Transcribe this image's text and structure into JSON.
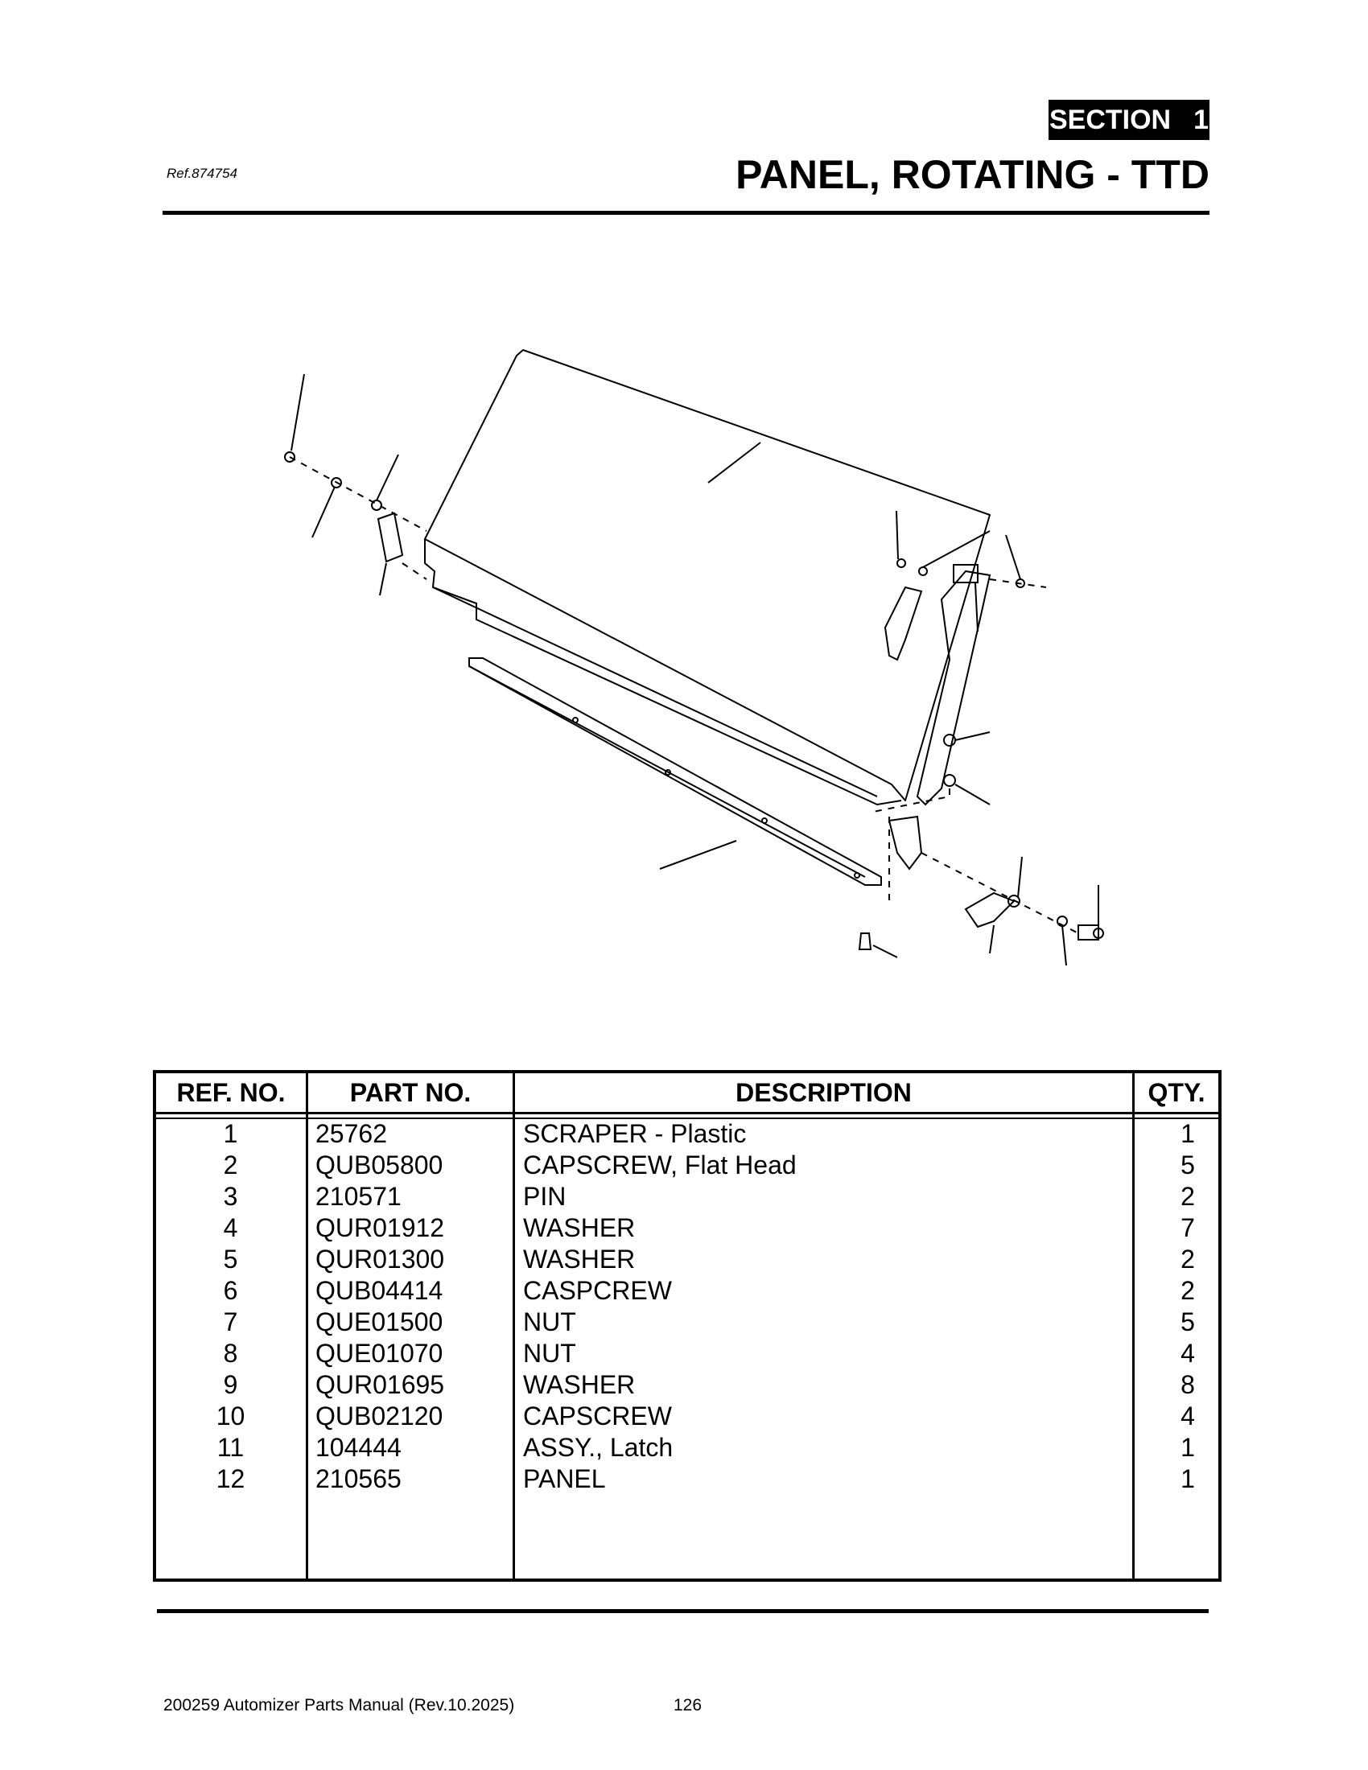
{
  "header": {
    "section_label": "SECTION",
    "section_number": "1",
    "ref": "Ref.874754",
    "title": "PANEL, ROTATING - TTD"
  },
  "table": {
    "headers": {
      "ref": "REF. NO.",
      "part": "PART NO.",
      "desc": "DESCRIPTION",
      "qty": "QTY."
    },
    "rows": [
      {
        "ref": "1",
        "part": "25762",
        "desc": "SCRAPER - Plastic",
        "qty": "1"
      },
      {
        "ref": "2",
        "part": "QUB05800",
        "desc": "CAPSCREW, Flat Head",
        "qty": "5"
      },
      {
        "ref": "3",
        "part": "210571",
        "desc": "PIN",
        "qty": "2"
      },
      {
        "ref": "4",
        "part": "QUR01912",
        "desc": "WASHER",
        "qty": "7"
      },
      {
        "ref": "5",
        "part": "QUR01300",
        "desc": "WASHER",
        "qty": "2"
      },
      {
        "ref": "6",
        "part": "QUB04414",
        "desc": "CASPCREW",
        "qty": "2"
      },
      {
        "ref": "7",
        "part": "QUE01500",
        "desc": "NUT",
        "qty": "5"
      },
      {
        "ref": "8",
        "part": "QUE01070",
        "desc": "NUT",
        "qty": "4"
      },
      {
        "ref": "9",
        "part": "QUR01695",
        "desc": "WASHER",
        "qty": "8"
      },
      {
        "ref": "10",
        "part": "QUB02120",
        "desc": "CAPSCREW",
        "qty": "4"
      },
      {
        "ref": "11",
        "part": "104444",
        "desc": "ASSY., Latch",
        "qty": "1"
      },
      {
        "ref": "12",
        "part": "210565",
        "desc": "PANEL",
        "qty": "1"
      }
    ]
  },
  "footer": {
    "manual": "200259 Automizer Parts Manual (Rev.10.2025)",
    "page": "126"
  }
}
